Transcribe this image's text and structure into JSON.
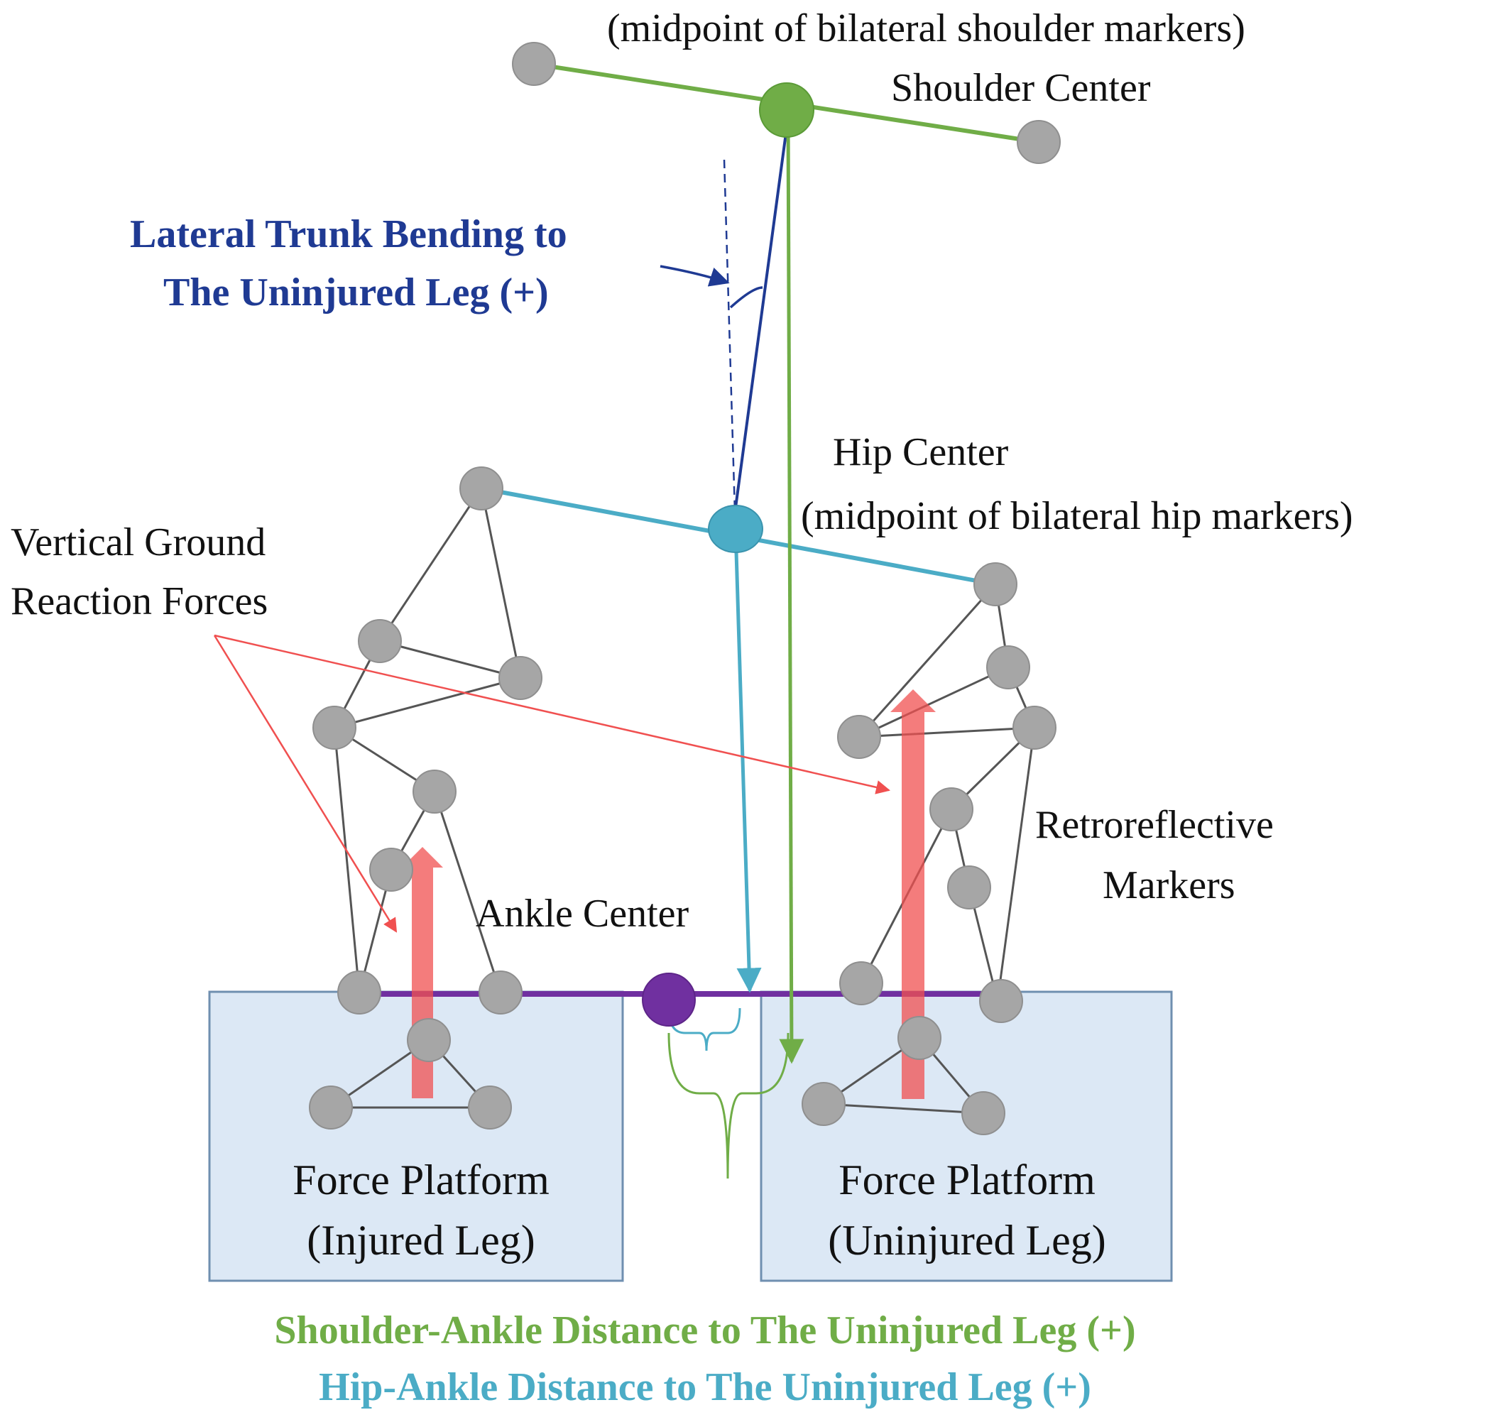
{
  "labels": {
    "shoulder_center": "Shoulder Center",
    "shoulder_center_note": "(midpoint of bilateral shoulder markers)",
    "trunk_bending_line1": "Lateral Trunk Bending to",
    "trunk_bending_line2": "The Uninjured Leg (+)",
    "hip_center": "Hip Center",
    "hip_center_note": "(midpoint of bilateral hip markers)",
    "vgrf_line1": "Vertical Ground",
    "vgrf_line2": "Reaction Forces",
    "markers_line1": "Retroreflective",
    "markers_line2": "Markers",
    "ankle_center": "Ankle Center",
    "platform_left_line1": "Force Platform",
    "platform_left_line2": "(Injured Leg)",
    "platform_right_line1": "Force Platform",
    "platform_right_line2": "(Uninjured Leg)",
    "shoulder_ankle_distance": "Shoulder-Ankle Distance to The Uninjured Leg (+)",
    "hip_ankle_distance": "Hip-Ankle Distance to The Uninjured Leg (+)"
  },
  "colors": {
    "shoulder_green": "#70ad47",
    "hip_blue": "#4bacc6",
    "trunk_navy": "#1f3a93",
    "ankle_purple": "#7030a0",
    "force_red": "#f05050",
    "marker_gray": "#a6a6a6",
    "platform_fill": "#dce8f5",
    "platform_stroke": "#6f8fb0"
  }
}
